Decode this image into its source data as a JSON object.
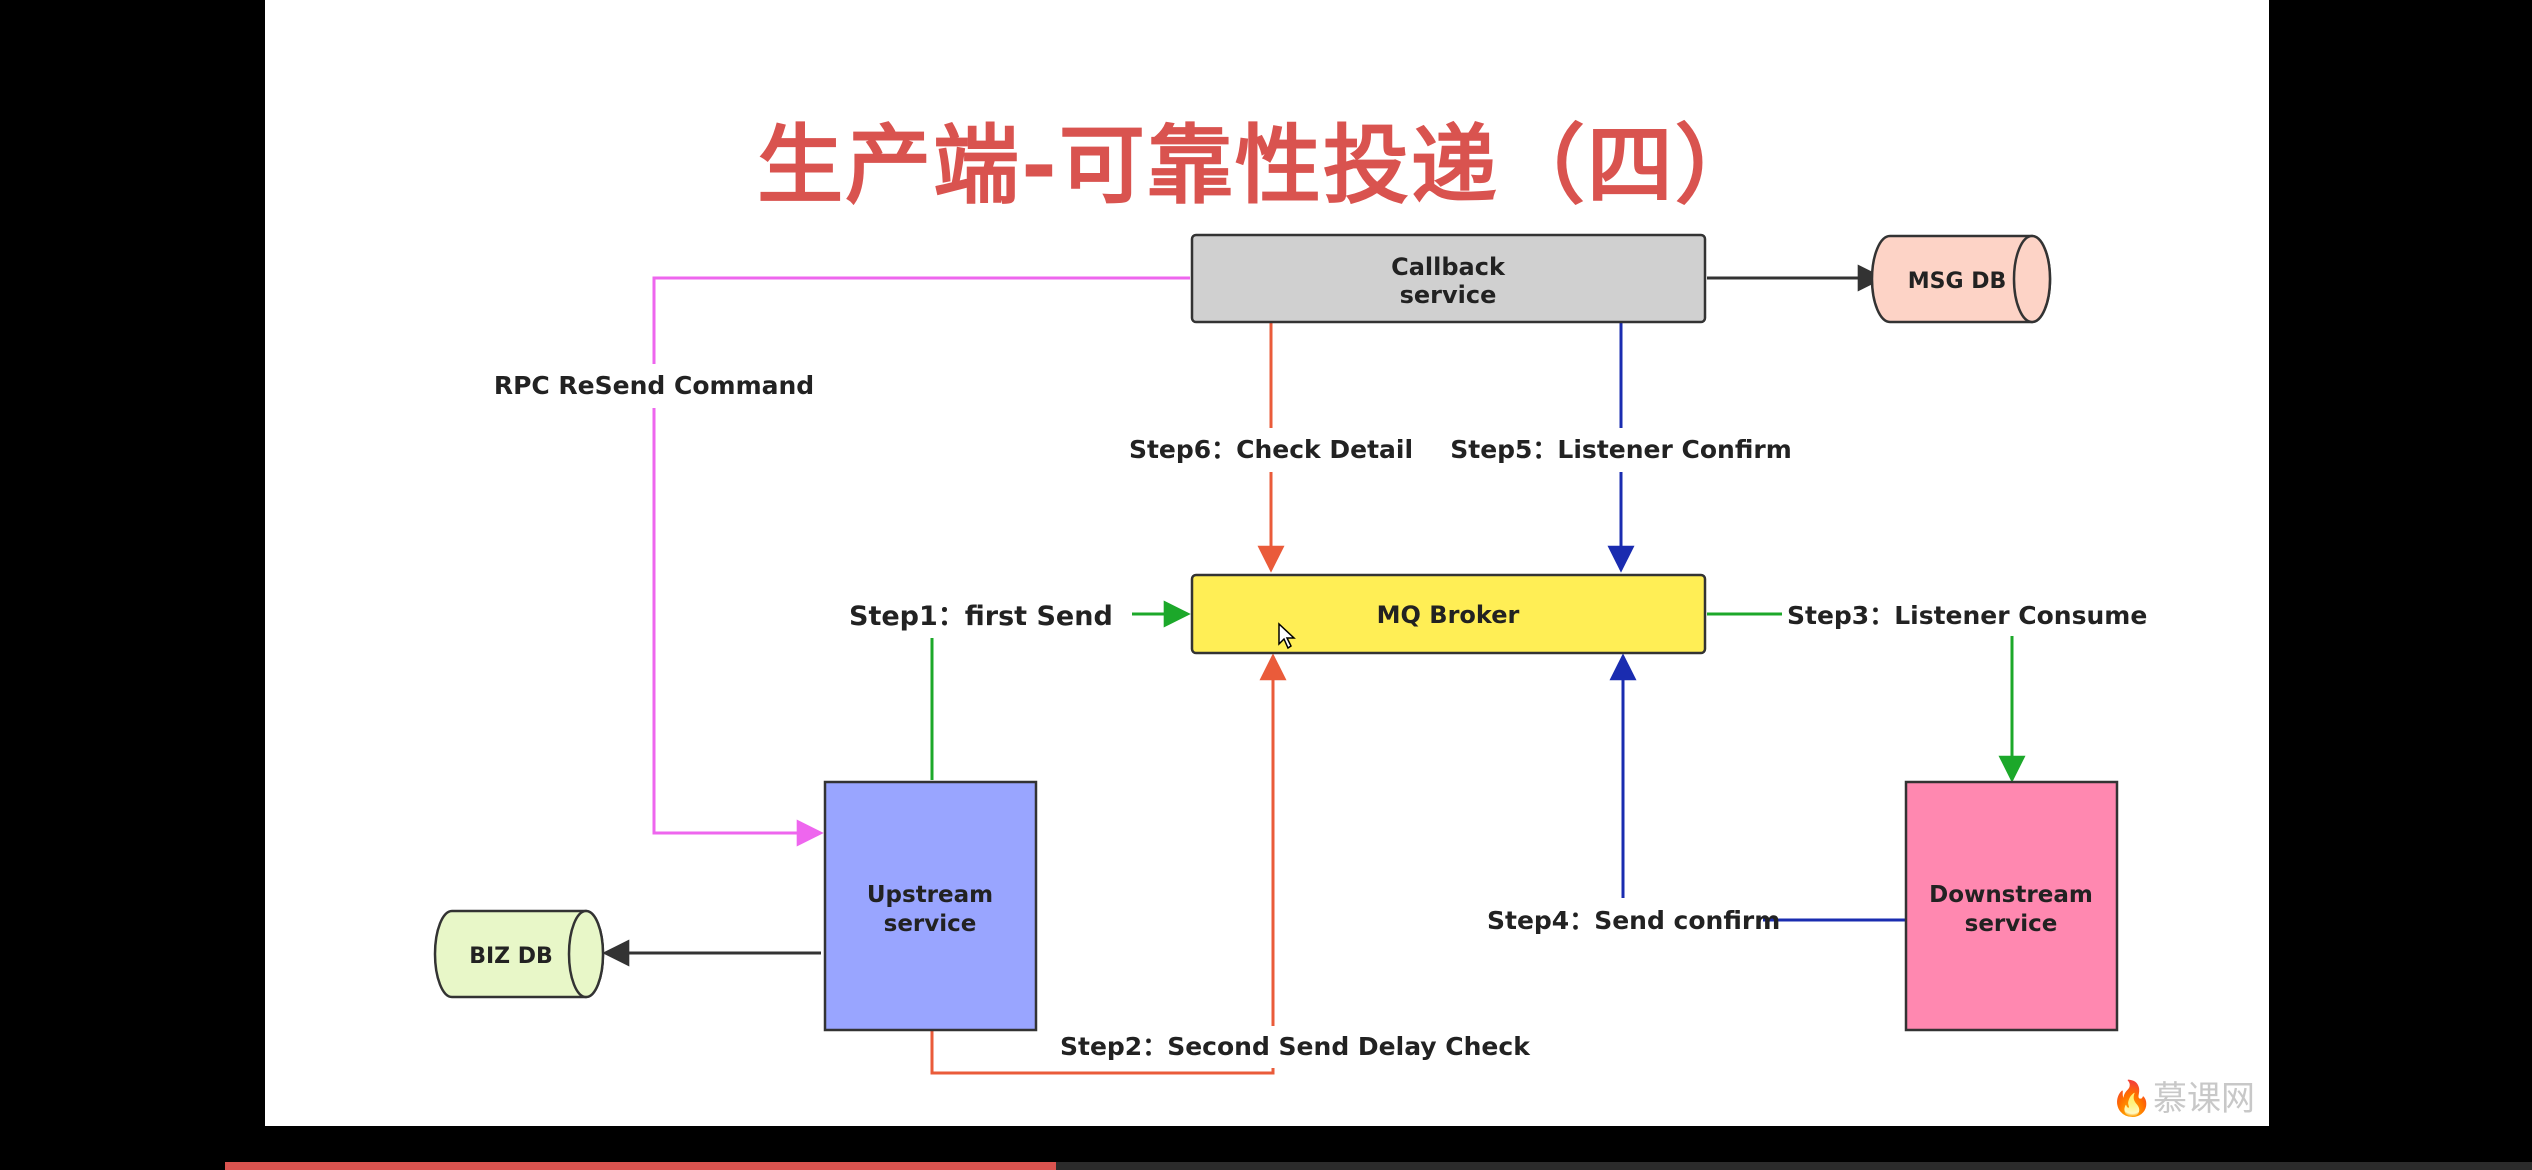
{
  "title": "生产端-可靠性投递（四）",
  "nodes": {
    "callback": {
      "line1": "Callback",
      "line2": "service",
      "fill": "#d0d0d0"
    },
    "msg_db": {
      "label": "MSG DB",
      "fill": "#fdd3c6"
    },
    "mq_broker": {
      "label": "MQ Broker",
      "fill": "#ffee55"
    },
    "upstream": {
      "line1": "Upstream",
      "line2": "service",
      "fill": "#99a5ff"
    },
    "biz_db": {
      "label": "BIZ DB",
      "fill": "#e8f7c8"
    },
    "downstream": {
      "line1": "Downstream",
      "line2": "service",
      "fill": "#ff88b0"
    }
  },
  "edges": {
    "rpc_resend": "RPC ReSend Command",
    "step6": "Step6：Check Detail",
    "step5": "Step5：Listener Confirm",
    "step1": "Step1：first Send",
    "step3": "Step3：Listener Consume",
    "step4": "Step4：Send confirm",
    "step2": "Step2：Second Send Delay Check"
  },
  "colors": {
    "pink": "#ee66ee",
    "orange": "#ea5b3a",
    "blue": "#1a2cb0",
    "green": "#1ca82a",
    "black": "#333333"
  },
  "watermark": "慕课网",
  "video_progress": 0.36
}
